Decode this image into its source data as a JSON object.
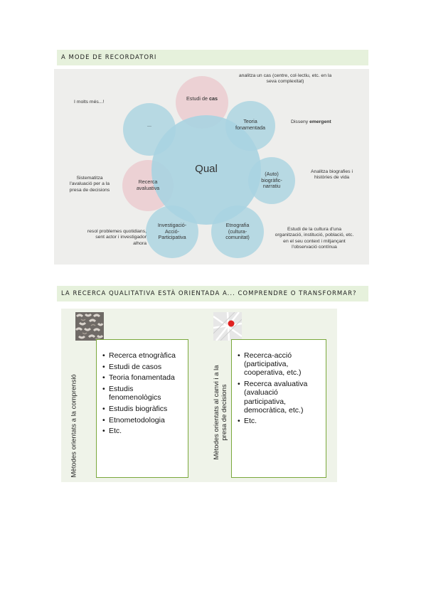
{
  "section1": {
    "title": "A MODE DE RECORDATORI"
  },
  "diagram": {
    "center": "Qual",
    "circles": {
      "casos_pre": "Estudi de",
      "casos_bold": "cas",
      "teoria": "Teoria\nfonamentada",
      "auto": "(Auto)\nbiogràfic-\nnarratiu",
      "etnografia": "Etnografia\n(cultura-\ncomunitat)",
      "iap": "Investigació-\nAcció-\nParticipativa",
      "avaluativa": "Recerca\navaluativa",
      "dots": "..."
    },
    "notes": {
      "casos": "analitza un cas (centre, col·lectiu, etc. en la\nseva complexitat)",
      "teoria_pre": "Disseny ",
      "teoria_bold": "emergent",
      "auto": "Analitza biografies i\nhistòries de vida",
      "etnografia": "Estudi de la cultura d'una\norganització, institució, població, etc.\nen el seu context i mitjançant\nl'observació contínua",
      "iap": "resol problemes quotidians,\nsent actor i investigador\nalhora",
      "avaluativa": "Sistematitza\nl'avaluació per a la\npresa de decisions",
      "more": "I molts més...!"
    }
  },
  "section2": {
    "title": "LA RECERCA QUALITATIVA ESTÀ ORIENTADA A... COMPRENDRE O TRANSFORMAR?"
  },
  "methods": {
    "left": {
      "label": "Mètodes orientats a la comprensió",
      "items": [
        "Recerca etnogràfica",
        "Estudi de casos",
        "Teoria fonamentada",
        "Estudis fenomenològics",
        "Estudis biogràfics",
        "Etnometodologia",
        "Etc."
      ]
    },
    "right": {
      "label": "Mètodes orientats al canvi i a la presa de decisions",
      "items": [
        "Recerca-acció (participativa, cooperativa, etc.)",
        "Recerca avaluativa (avaluació participativa, democràtica, etc.)",
        "Etc."
      ]
    },
    "colors": {
      "accent": "#7aa83c",
      "circle_blue": "#a9d3e1",
      "circle_pink": "#ebcdd1",
      "band": "#e6f1dc"
    }
  }
}
